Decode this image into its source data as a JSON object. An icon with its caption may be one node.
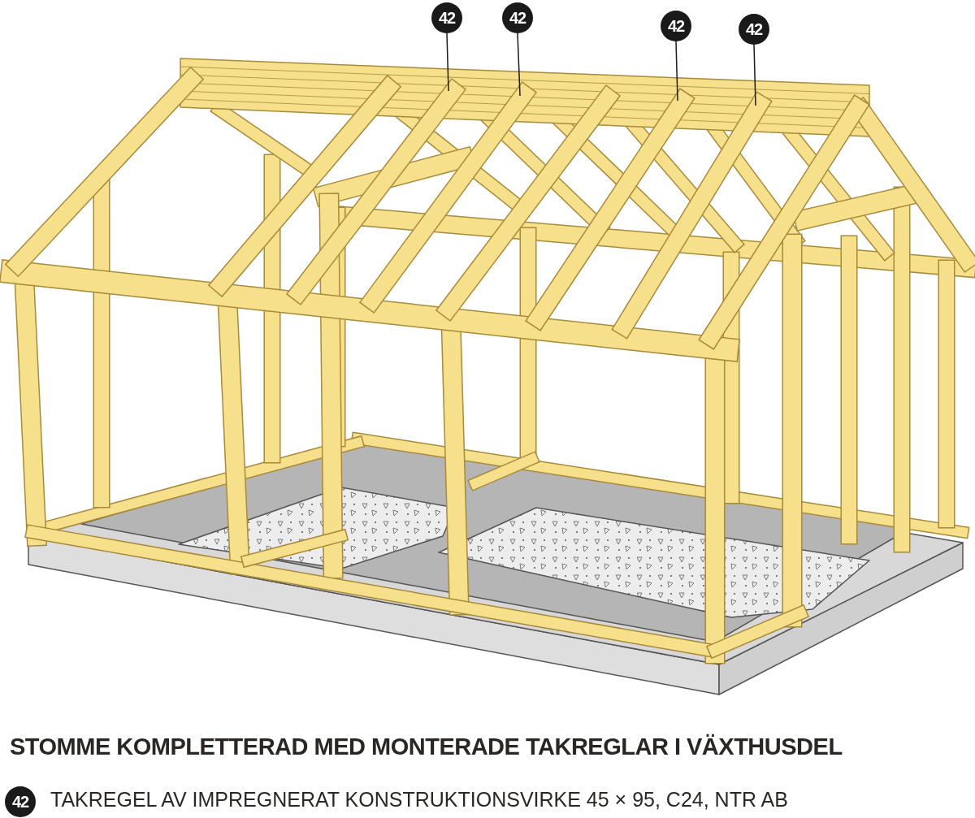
{
  "diagram": {
    "title": "STOMME KOMPLETTERAD MED MONTERADE TAKREGLAR I VÄXTHUSDEL",
    "nodes": [
      {
        "text": [
          "42"
        ]
      },
      {
        "text": [
          "42"
        ]
      },
      {
        "text": [
          "42"
        ]
      },
      {
        "text": [
          "42"
        ]
      },
      {
        "text": [
          "42"
        ],
        "beside": [
          "TAKREGEL AV IMPREGNERAT KONSTRUKTIONSVIRKE 45 × 95, C24, NTR AB"
        ]
      }
    ],
    "edges": [
      {
        "from": 0,
        "to": null,
        "arrow": "none"
      },
      {
        "from": 1,
        "to": null,
        "arrow": "none"
      },
      {
        "from": 2,
        "to": null,
        "arrow": "none"
      },
      {
        "from": 3,
        "to": null,
        "arrow": "none"
      }
    ]
  }
}
